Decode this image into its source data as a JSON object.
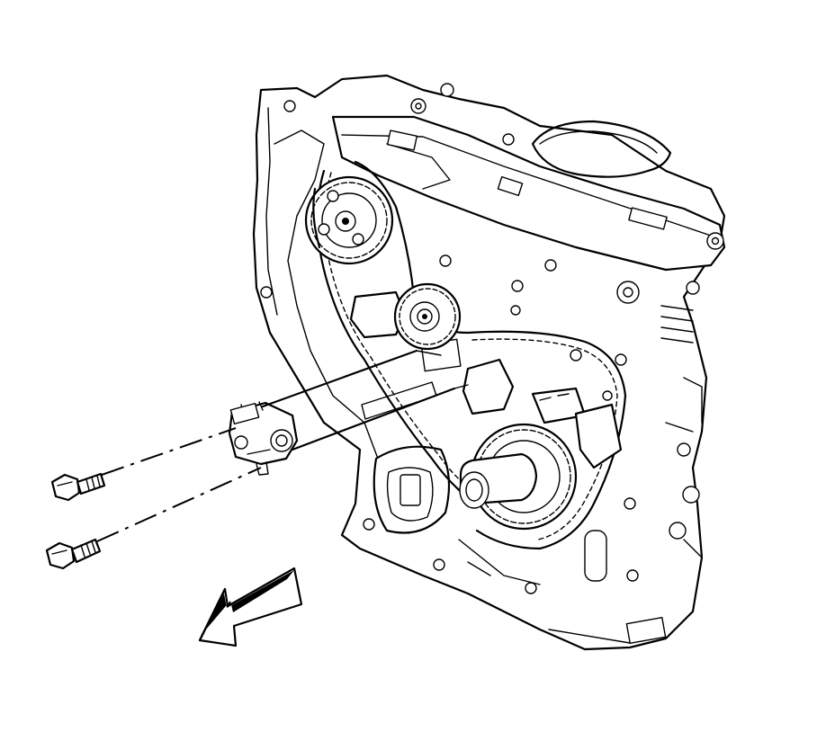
{
  "diagram": {
    "components": [
      {
        "id": "engine-block",
        "icon": "engine-front-cover-icon"
      },
      {
        "id": "timing-chain",
        "icon": "timing-chain-icon"
      },
      {
        "id": "camshaft-sprocket",
        "icon": "sprocket-icon"
      },
      {
        "id": "idler-sprocket",
        "icon": "sprocket-icon"
      },
      {
        "id": "crankshaft-sprocket",
        "icon": "sprocket-icon"
      },
      {
        "id": "chain-tensioner",
        "icon": "tensioner-icon"
      },
      {
        "id": "tensioner-bolt-upper",
        "icon": "bolt-icon"
      },
      {
        "id": "tensioner-bolt-lower",
        "icon": "bolt-icon"
      },
      {
        "id": "direction-arrow",
        "icon": "front-arrow-icon"
      }
    ],
    "line_color": "#000000",
    "background": "#ffffff"
  }
}
